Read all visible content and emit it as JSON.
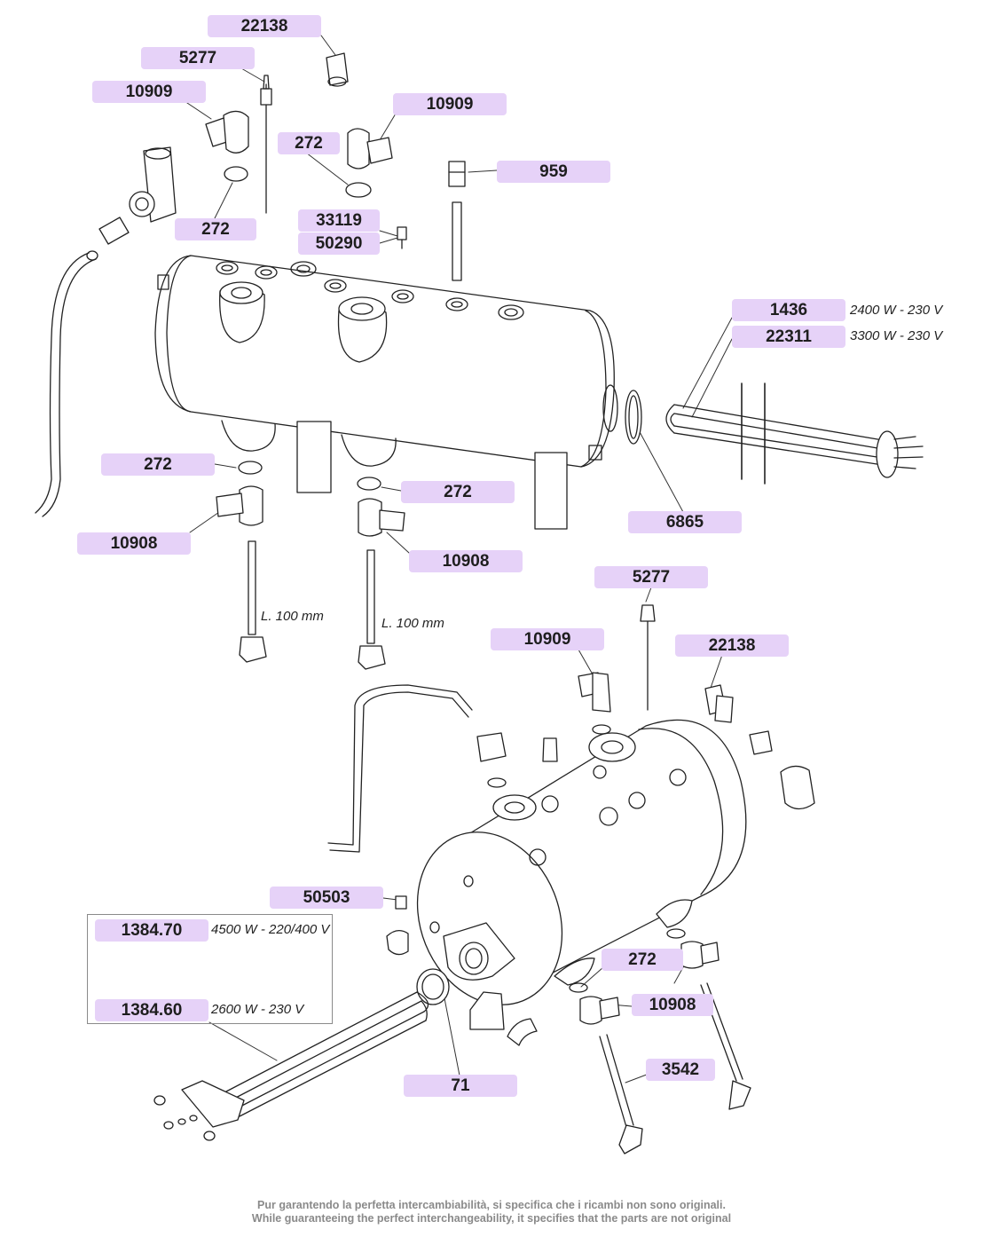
{
  "parts_top": {
    "p22138": "22138",
    "p5277": "5277",
    "p10909_left": "10909",
    "p10909_right": "10909",
    "p272_a": "272",
    "p272_b": "272",
    "p959": "959",
    "p33119": "33119",
    "p50290": "50290",
    "p1436": "1436",
    "p22311": "22311",
    "p272_c": "272",
    "p272_d": "272",
    "p10908_left": "10908",
    "p10908_right": "10908",
    "p6865": "6865"
  },
  "specs_top": {
    "s1436": "2400 W - 230 V",
    "s22311": "3300 W - 230 V"
  },
  "length_notes": {
    "left": "L. 100 mm",
    "right": "L. 100 mm"
  },
  "parts_bottom": {
    "p5277": "5277",
    "p10909": "10909",
    "p22138": "22138",
    "p50503": "50503",
    "p1384_70": "1384.70",
    "p1384_60": "1384.60",
    "p272": "272",
    "p10908": "10908",
    "p3542": "3542",
    "p71": "71"
  },
  "specs_bottom": {
    "s1384_70": "4500 W - 220/400 V",
    "s1384_60": "2600 W - 230 V"
  },
  "disclaimer": {
    "it": "Pur garantendo la perfetta intercambiabilità, si specifica che i ricambi non sono originali.",
    "en": "While guaranteeing the perfect interchangeability, it specifies that the parts are not original"
  }
}
